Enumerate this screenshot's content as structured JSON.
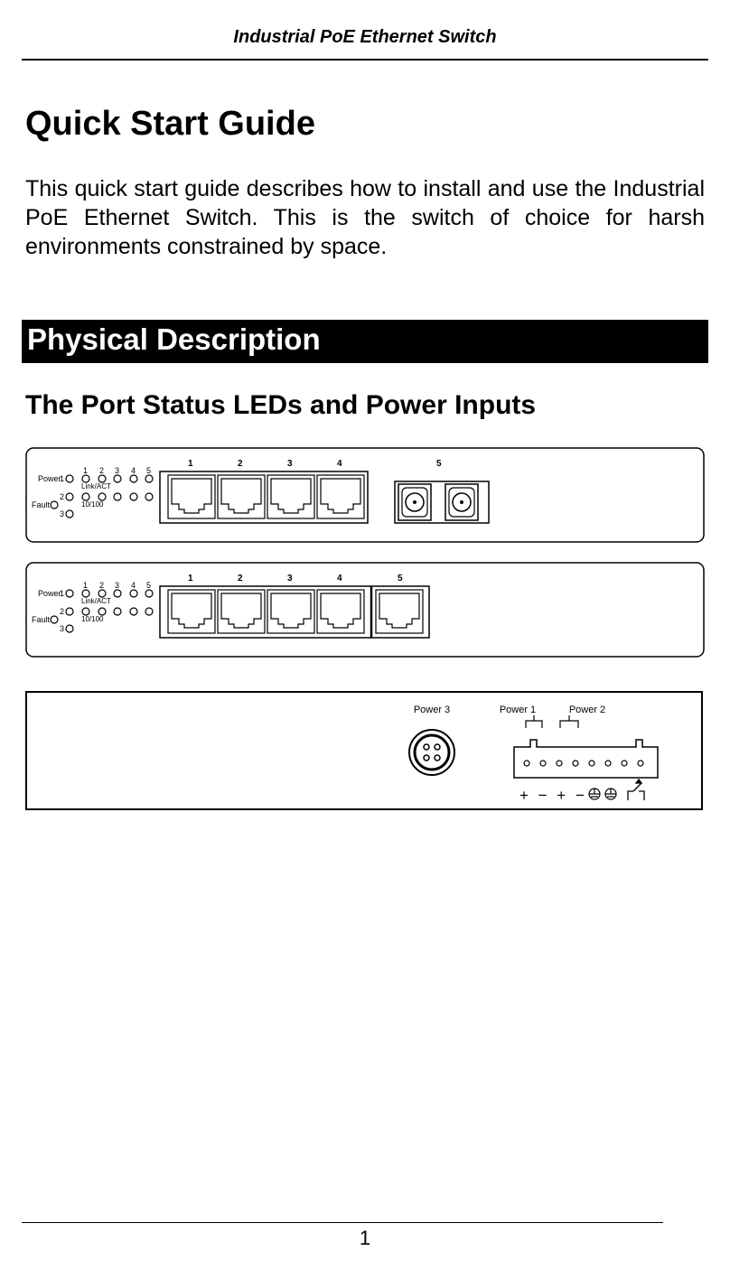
{
  "header": {
    "running_title": "Industrial PoE Ethernet Switch"
  },
  "title": "Quick Start Guide",
  "intro": "This quick start guide describes how to install and use the Industrial PoE Ethernet Switch. This is the switch of choice for harsh environments constrained by space.",
  "section": {
    "title": "Physical Description"
  },
  "subsection": {
    "title": "The Port Status LEDs and Power Inputs"
  },
  "figure": {
    "led_power": "Power",
    "led_fault": "Fault",
    "led_index": [
      "1",
      "2",
      "3"
    ],
    "led_cols": [
      "1",
      "2",
      "3",
      "4",
      "5"
    ],
    "link_act": "Link/ACT",
    "speed": "10/100",
    "rj45_ports": [
      "1",
      "2",
      "3",
      "4"
    ],
    "port5": "5",
    "power_labels": [
      "Power 3",
      "Power 1",
      "Power 2"
    ],
    "terminal_symbols": "+ − + −"
  },
  "footer": {
    "page_number": "1"
  }
}
